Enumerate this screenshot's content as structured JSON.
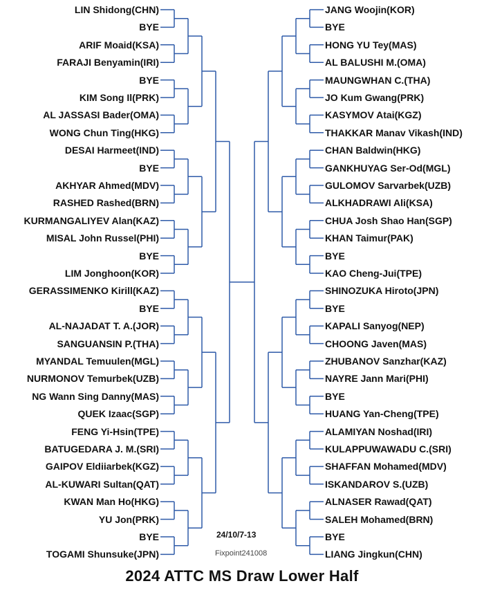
{
  "title": "2024 ATTC MS Draw Lower Half",
  "date": "24/10/7-13",
  "credit": "Fixpoint241008",
  "left_players": [
    "LIN Shidong(CHN)",
    "BYE",
    "ARIF Moaid(KSA)",
    "FARAJI Benyamin(IRI)",
    "BYE",
    "KIM Song Il(PRK)",
    "AL JASSASI Bader(OMA)",
    "WONG Chun Ting(HKG)",
    "DESAI Harmeet(IND)",
    "BYE",
    "AKHYAR Ahmed(MDV)",
    "RASHED Rashed(BRN)",
    "KURMANGALIYEV Alan(KAZ)",
    "MISAL John Russel(PHI)",
    "BYE",
    "LIM Jonghoon(KOR)",
    "GERASSIMENKO Kirill(KAZ)",
    "BYE",
    "AL-NAJADAT T. A.(JOR)",
    "SANGUANSIN P.(THA)",
    "MYANDAL Temuulen(MGL)",
    "NURMONOV Temurbek(UZB)",
    "NG Wann Sing Danny(MAS)",
    "QUEK Izaac(SGP)",
    "FENG Yi-Hsin(TPE)",
    "BATUGEDARA J. M.(SRI)",
    "GAIPOV Eldiiarbek(KGZ)",
    "AL-KUWARI Sultan(QAT)",
    "KWAN Man Ho(HKG)",
    "YU Jon(PRK)",
    "BYE",
    "TOGAMI Shunsuke(JPN)"
  ],
  "right_players": [
    "JANG Woojin(KOR)",
    "BYE",
    "HONG YU Tey(MAS)",
    "AL BALUSHI M.(OMA)",
    "MAUNGWHAN C.(THA)",
    "JO Kum Gwang(PRK)",
    "KASYMOV Atai(KGZ)",
    "THAKKAR Manav Vikash(IND)",
    "CHAN Baldwin(HKG)",
    "GANKHUYAG Ser-Od(MGL)",
    "GULOMOV Sarvarbek(UZB)",
    "ALKHADRAWI Ali(KSA)",
    "CHUA Josh Shao Han(SGP)",
    "KHAN Taimur(PAK)",
    "BYE",
    "KAO Cheng-Jui(TPE)",
    "SHINOZUKA Hiroto(JPN)",
    "BYE",
    "KAPALI Sanyog(NEP)",
    "CHOONG Javen(MAS)",
    "ZHUBANOV Sanzhar(KAZ)",
    "NAYRE Jann Mari(PHI)",
    "BYE",
    "HUANG Yan-Cheng(TPE)",
    "ALAMIYAN Noshad(IRI)",
    "KULAPPUWAWADU C.(SRI)",
    "SHAFFAN Mohamed(MDV)",
    "ISKANDAROV S.(UZB)",
    "ALNASER Rawad(QAT)",
    "SALEH Mohamed(BRN)",
    "BYE",
    "LIANG Jingkun(CHN)"
  ],
  "line_color": "#2e5aa8"
}
